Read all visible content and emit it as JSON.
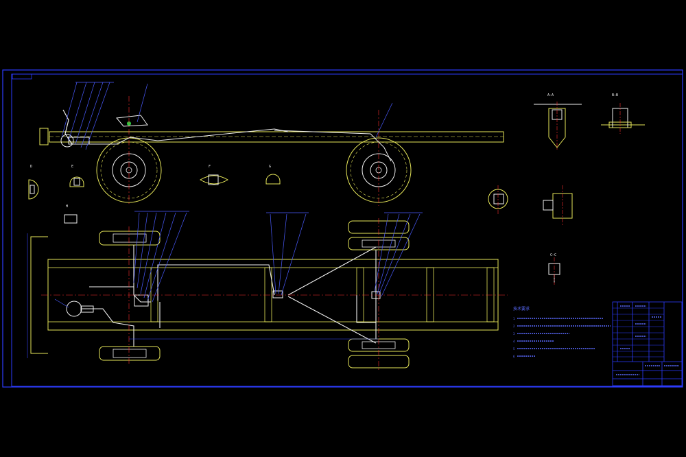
{
  "view": {
    "background": "#000000",
    "colors": {
      "frame": "#2d3cff",
      "outline": "#e8e85a",
      "white": "#f0f0f0",
      "center_line": "#ff3030",
      "leader": "#4a5bff",
      "dim": "#3a46ff"
    }
  },
  "drawing": {
    "note_heading": "技术要求",
    "note_lines": [
      "1",
      "2",
      "3",
      "4",
      "5",
      "6"
    ],
    "section_labels": [
      "A—A",
      "B—B",
      "C—C",
      "D",
      "E",
      "F",
      "G",
      "H"
    ]
  },
  "title_block": {
    "icon": "title-block-grid"
  }
}
